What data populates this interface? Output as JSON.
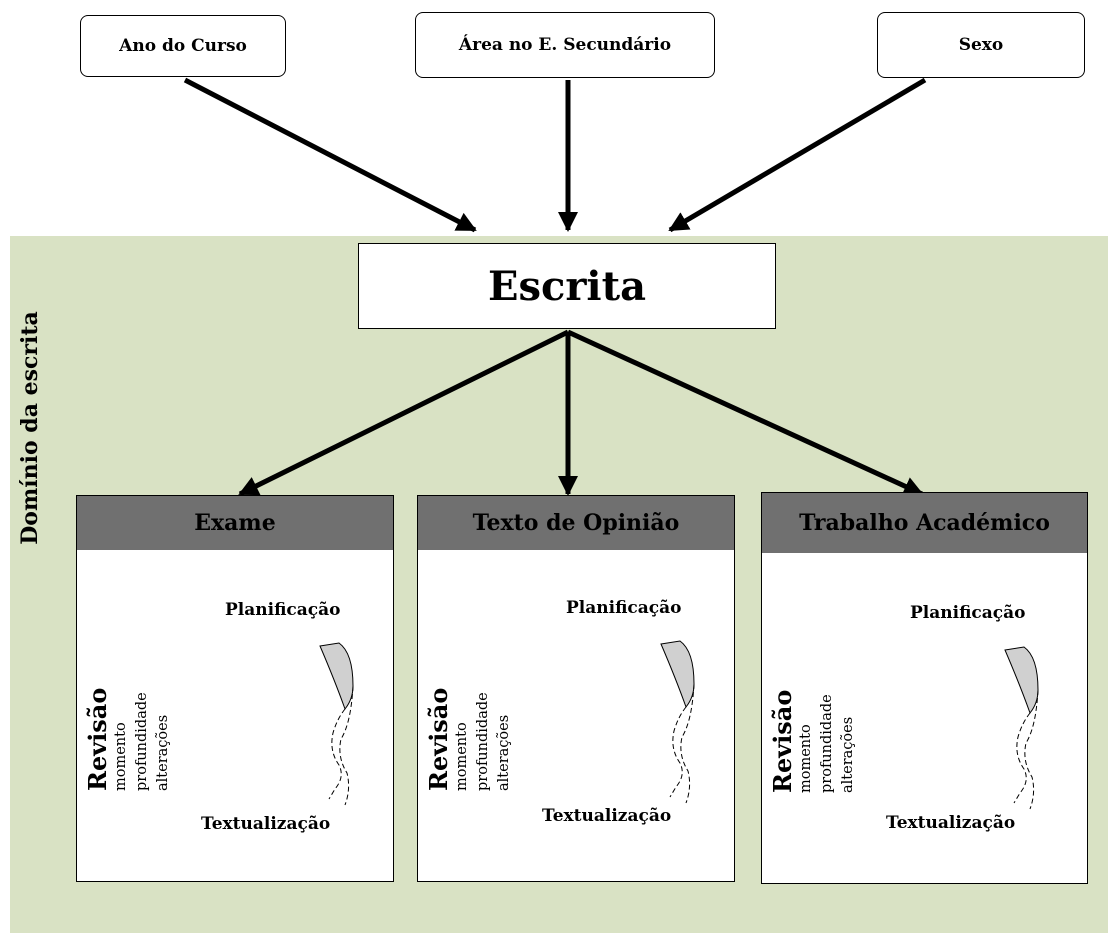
{
  "factors": [
    "Ano do Curso",
    "Área no E. Secundário",
    "Sexo"
  ],
  "central": "Escrita",
  "domain_label": "Domínio da escrita",
  "panels": [
    {
      "title": "Exame",
      "planning": "Planificação",
      "revision": {
        "title": "Revisão",
        "items": [
          "momento",
          "profundidade",
          "alterações"
        ]
      },
      "textualization": "Textualização"
    },
    {
      "title": "Texto de Opinião",
      "planning": "Planificação",
      "revision": {
        "title": "Revisão",
        "items": [
          "momento",
          "profundidade",
          "alterações"
        ]
      },
      "textualization": "Textualização"
    },
    {
      "title": "Trabalho Académico",
      "planning": "Planificação",
      "revision": {
        "title": "Revisão",
        "items": [
          "momento",
          "profundidade",
          "alterações"
        ]
      },
      "textualization": "Textualização"
    }
  ],
  "colors": {
    "domain_background": "#d9e2c4",
    "panel_header": "#707070",
    "cycle_fill": "#d0d0d0"
  }
}
